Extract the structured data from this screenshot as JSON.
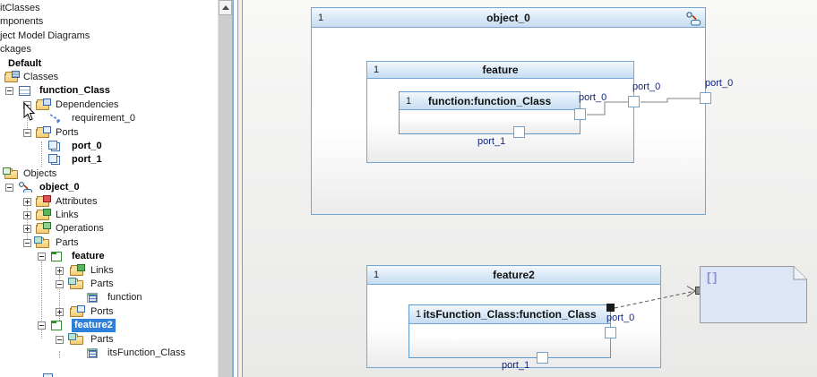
{
  "tree": {
    "rows": [
      {
        "label": "itClasses"
      },
      {
        "label": "mponents"
      },
      {
        "label": "ject Model Diagrams"
      },
      {
        "label": "ckages"
      },
      {
        "label": "Default"
      },
      {
        "label": "Classes"
      },
      {
        "label": "function_Class"
      },
      {
        "label": "Dependencies"
      },
      {
        "label": "requirement_0"
      },
      {
        "label": "Ports"
      },
      {
        "label": "port_0"
      },
      {
        "label": "port_1"
      },
      {
        "label": "Objects"
      },
      {
        "label": "object_0"
      },
      {
        "label": "Attributes"
      },
      {
        "label": "Links"
      },
      {
        "label": "Operations"
      },
      {
        "label": "Parts"
      },
      {
        "label": "feature"
      },
      {
        "label": "Links"
      },
      {
        "label": "Parts"
      },
      {
        "label": "function"
      },
      {
        "label": "Ports"
      },
      {
        "label": "feature2",
        "selected": true
      },
      {
        "label": "Parts"
      },
      {
        "label": "itsFunction_Class"
      }
    ]
  },
  "diagram": {
    "object0": {
      "multiplicity": "1",
      "title": "object_0"
    },
    "feature": {
      "multiplicity": "1",
      "title": "feature"
    },
    "function": {
      "multiplicity": "1",
      "title": "function:function_Class"
    },
    "feature2": {
      "multiplicity": "1",
      "title": "feature2"
    },
    "itsFunction": {
      "multiplicity": "1",
      "title": "itsFunction_Class:function_Class"
    },
    "labels": {
      "function_port0": "port_0",
      "function_port1": "port_1",
      "feature_port0": "port_0",
      "object0_port0": "port_0",
      "its_port0": "port_0",
      "its_port1": "port_1"
    },
    "note_glyph": "[]"
  },
  "icons": {
    "object_badge": "object-instance-icon",
    "cursor": "mouse-arrow-cursor"
  },
  "colors": {
    "selection": "#2f80d9",
    "box_border": "#74a5d3",
    "header_gradient_top": "#f3f8fd",
    "header_gradient_bottom": "#c7dcf1",
    "port_label": "#10247e",
    "note_fill": "#dce6f4",
    "canvas_background": "#f0f0ef",
    "connector": "#808080"
  }
}
